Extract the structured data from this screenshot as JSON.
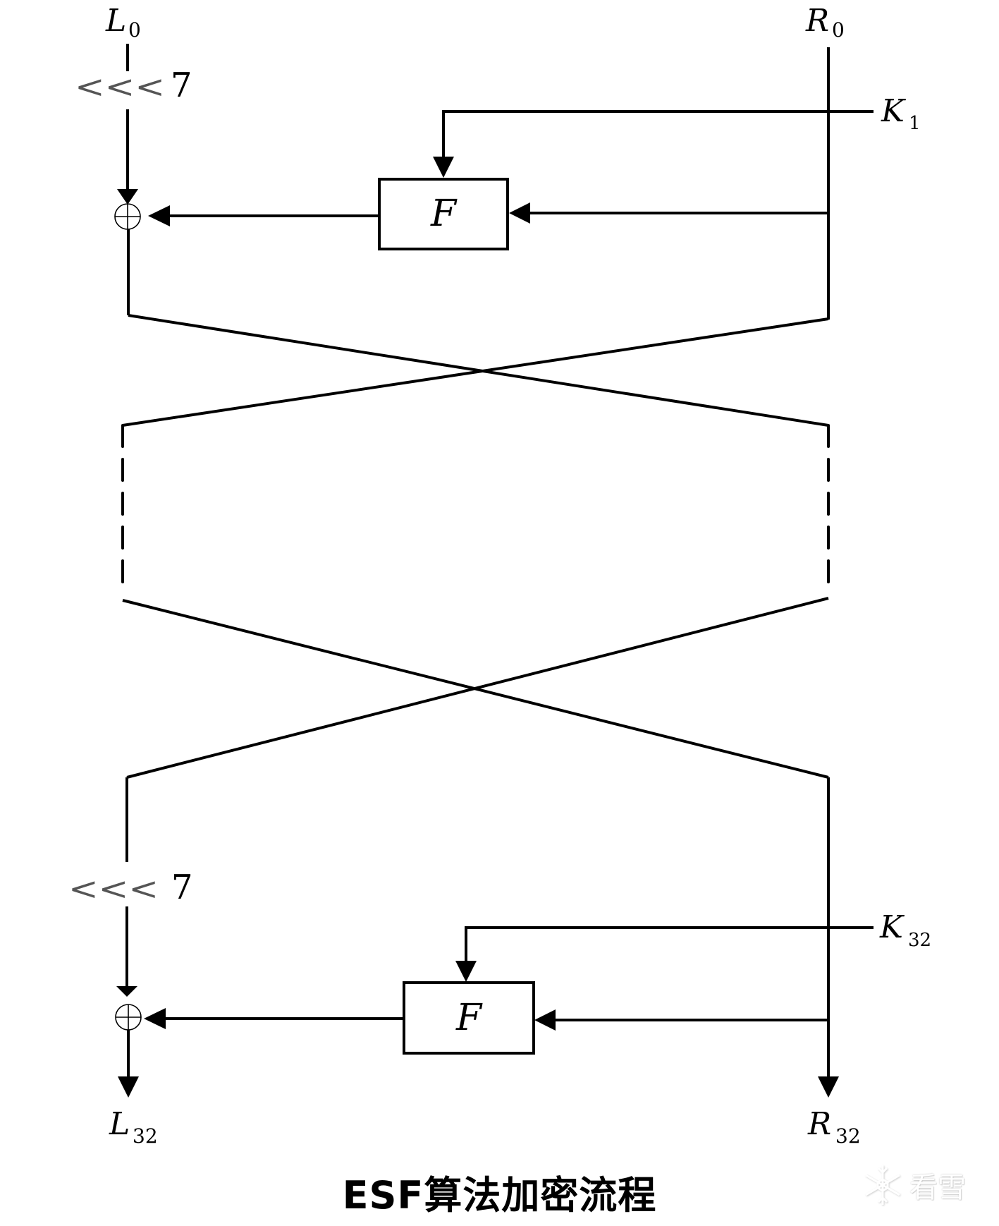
{
  "diagram": {
    "title": "ESF算法加密流程",
    "inputs": {
      "left": {
        "symbol": "L",
        "subscript": "0"
      },
      "right": {
        "symbol": "R",
        "subscript": "0"
      }
    },
    "outputs": {
      "left": {
        "symbol": "L",
        "subscript": "32"
      },
      "right": {
        "symbol": "R",
        "subscript": "32"
      }
    },
    "rounds": [
      {
        "rotation": {
          "operator": "<<<",
          "amount": "7"
        },
        "key": {
          "symbol": "K",
          "subscript": "1"
        },
        "function_label": "F",
        "combine_operator": "⊕"
      },
      {
        "rotation": {
          "operator": "<<<",
          "amount": "7"
        },
        "key": {
          "symbol": "K",
          "subscript": "32"
        },
        "function_label": "F",
        "combine_operator": "⊕"
      }
    ],
    "elided_rounds_indicator": "dashed",
    "swap_indicator": "crossover"
  },
  "watermark": {
    "icon": "snowflake-icon",
    "text": "看雪"
  }
}
